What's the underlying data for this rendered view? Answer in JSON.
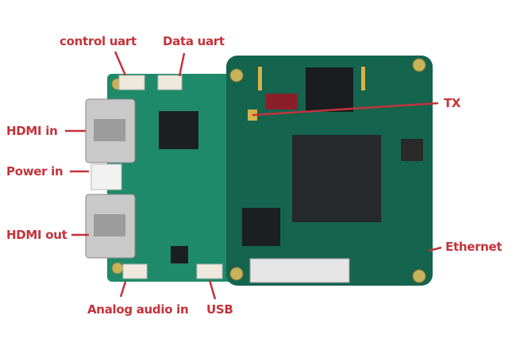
{
  "label_color": "#c3333a",
  "labels": {
    "control_uart": "control uart",
    "data_uart": "Data uart",
    "tx": "TX",
    "hdmi_in": "HDMI in",
    "power_in": "Power in",
    "hdmi_out": "HDMI out",
    "ethernet": "Ethernet",
    "analog_audio_in": "Analog audio in",
    "usb": "USB"
  }
}
